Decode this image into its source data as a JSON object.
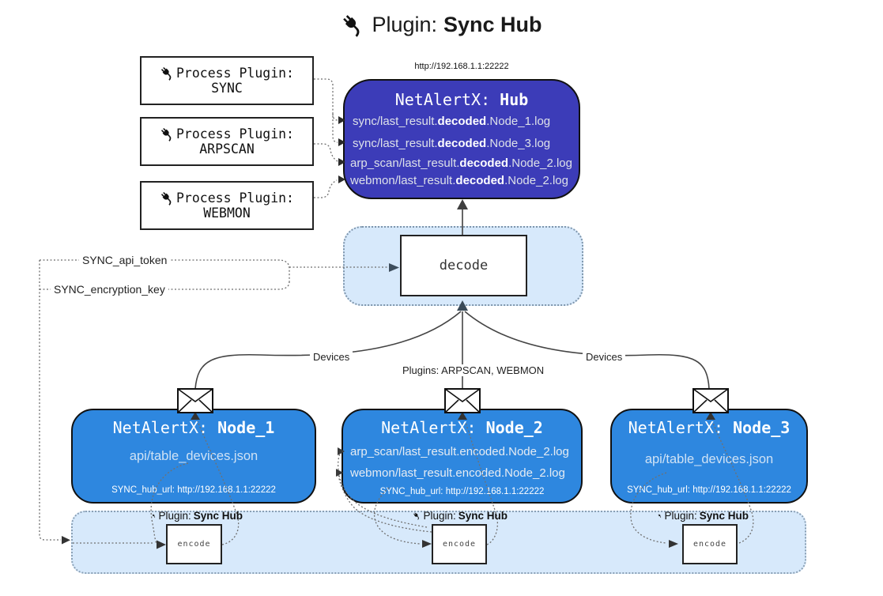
{
  "title": {
    "prefix": "Plugin: ",
    "name": "Sync Hub"
  },
  "process_plugins": [
    {
      "label": "Process Plugin:",
      "name": "SYNC"
    },
    {
      "label": "Process Plugin:",
      "name": "ARPSCAN"
    },
    {
      "label": "Process Plugin:",
      "name": "WEBMON"
    }
  ],
  "hub": {
    "url": "http://192.168.1.1:22222",
    "name_prefix": "NetAlertX: ",
    "name": "Hub",
    "logs": [
      {
        "pre": "sync/last_result.",
        "mid": "decoded",
        "post": ".Node_1.log"
      },
      {
        "pre": "sync/last_result.",
        "mid": "decoded",
        "post": ".Node_3.log"
      },
      {
        "pre": "arp_scan/last_result.",
        "mid": "decoded",
        "post": ".Node_2.log"
      },
      {
        "pre": "webmon/last_result.",
        "mid": "decoded",
        "post": ".Node_2.log"
      }
    ]
  },
  "decode_box": {
    "label": "decode"
  },
  "settings": {
    "api_token": "SYNC_api_token",
    "encryption_key": "SYNC_encryption_key"
  },
  "edge_labels": {
    "devices_left": "Devices",
    "plugins_mid": "Plugins: ARPSCAN, WEBMON",
    "devices_right": "Devices"
  },
  "nodes": [
    {
      "name_prefix": "NetAlertX: ",
      "name": "Node_1",
      "files": [
        "api/table_devices.json"
      ],
      "hub_url": "SYNC_hub_url: http://192.168.1.1:22222"
    },
    {
      "name_prefix": "NetAlertX: ",
      "name": "Node_2",
      "files": [
        "arp_scan/last_result.encoded.Node_2.log",
        "webmon/last_result.encoded.Node_2.log"
      ],
      "hub_url": "SYNC_hub_url: http://192.168.1.1:22222"
    },
    {
      "name_prefix": "NetAlertX: ",
      "name": "Node_3",
      "files": [
        "api/table_devices.json"
      ],
      "hub_url": "SYNC_hub_url: http://192.168.1.1:22222"
    }
  ],
  "encoders": [
    {
      "plugin_prefix": "Plugin: ",
      "plugin_name": "Sync Hub",
      "label": "encode"
    },
    {
      "plugin_prefix": "Plugin: ",
      "plugin_name": "Sync Hub",
      "label": "encode"
    },
    {
      "plugin_prefix": "Plugin: ",
      "plugin_name": "Sync Hub",
      "label": "encode"
    }
  ],
  "colors": {
    "hub_bg": "#3C3CB8",
    "node_bg": "#2E87DF",
    "container_bg": "#d7e9fb",
    "line": "#444444"
  }
}
